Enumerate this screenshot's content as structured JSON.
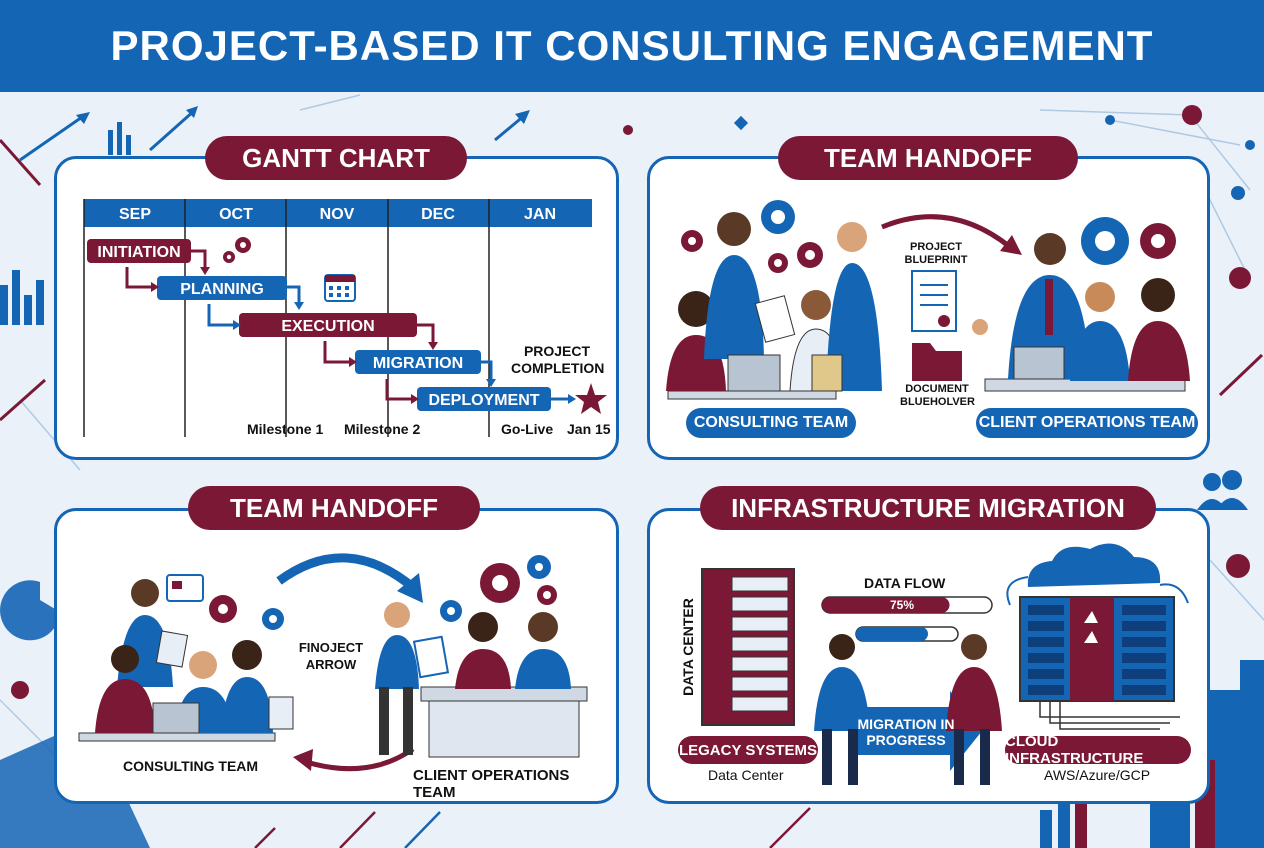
{
  "header": {
    "title": "PROJECT-BASED IT CONSULTING ENGAGEMENT"
  },
  "colors": {
    "blue": "#1565b5",
    "maroon": "#7a1836",
    "background": "#eaf1f9"
  },
  "gantt": {
    "title": "GANTT CHART",
    "months": [
      "SEP",
      "OCT",
      "NOV",
      "DEC",
      "JAN"
    ],
    "phases": [
      "INITIATION",
      "PLANNING",
      "EXECUTION",
      "MIGRATION",
      "DEPLOYMENT"
    ],
    "milestones": [
      "Milestone 1",
      "Milestone 2",
      "Go-Live",
      "Jan 15"
    ],
    "completion": "PROJECT COMPLETION",
    "icons": [
      "gear-icon",
      "calendar-icon",
      "star-icon"
    ]
  },
  "handoff_top": {
    "title": "TEAM HANDOFF",
    "blueprint_label": "PROJECT BLUEPRINT",
    "folder_label": "DOCUMENT BLUEHOLVER",
    "consulting_team": "CONSULTING TEAM",
    "client_team": "CLIENT OPERATIONS TEAM"
  },
  "handoff_bottom": {
    "title": "TEAM HANDOFF",
    "arrow_label": "FINOJECT ARROW",
    "consulting_team": "CONSULTING TEAM",
    "client_team": "CLIENT OPERATIONS TEAM"
  },
  "migration": {
    "title": "INFRASTRUCTURE MIGRATION",
    "data_center_vertical": "DATA CENTER",
    "data_flow_label": "DATA FLOW",
    "data_flow_percent": "75%",
    "data_flow_progress": 0.75,
    "migration_label": "MIGRATION IN PROGRESS",
    "legacy_label": "LEGACY SYSTEMS",
    "legacy_sub": "Data Center",
    "cloud_label": "CLOUD INFRASTRUCTURE",
    "cloud_sub": "AWS/Azure/GCP"
  }
}
